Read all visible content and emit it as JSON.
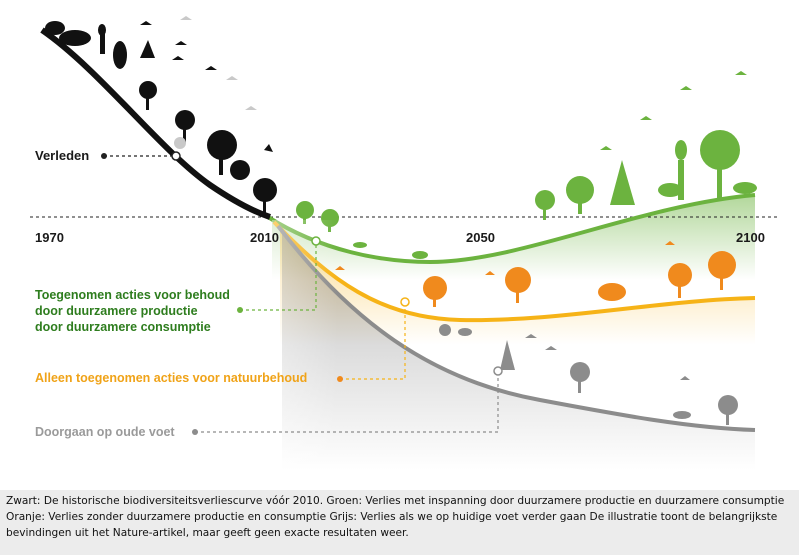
{
  "axis": {
    "years": [
      "1970",
      "2010",
      "2050",
      "2100"
    ]
  },
  "labels": {
    "past": "Verleden",
    "green": [
      "Toegenomen acties voor behoud",
      "door duurzamere productie",
      "door duurzamere consumptie"
    ],
    "orange": "Alleen toegenomen acties voor natuurbehoud",
    "gray": "Doorgaan op oude voet"
  },
  "caption": "Zwart: De historische biodiversiteitsverliescurve vóór 2010. Groen: Verlies met inspanning door duurzamere productie en duurzamere consumptie Oranje: Verlies zonder duurzamere productie en consumptie Grijs: Verlies als we op huidige voet verder gaan De illustratie toont de belangrijkste bevindingen uit het Nature-artikel, maar geeft geen exacte resultaten weer.",
  "colors": {
    "historical": "#111111",
    "green": "#6cb33f",
    "orange": "#f6b317",
    "gray": "#8c8c8c"
  }
}
